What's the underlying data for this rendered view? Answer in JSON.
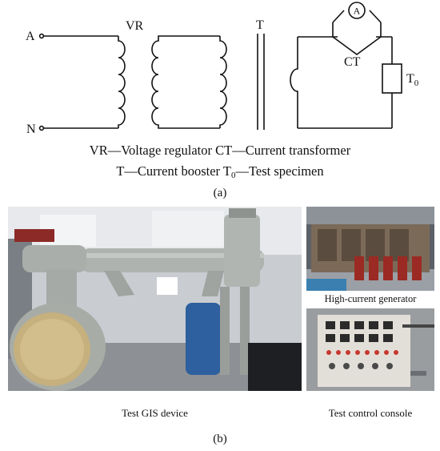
{
  "circuit": {
    "terminal_a": "A",
    "terminal_n": "N",
    "vr_label": "VR",
    "t_label": "T",
    "ct_label": "CT",
    "ammeter_label": "A",
    "specimen_label": "T",
    "specimen_sub": "0"
  },
  "legend": {
    "line1": "VR—Voltage regulator CT—Current transformer",
    "line2_prefix": "T—Current booster T",
    "line2_sub": "0",
    "line2_suffix": "—Test specimen"
  },
  "part_a_label": "(a)",
  "part_b_label": "(b)",
  "photos": {
    "gis_caption": "Test GIS device",
    "generator_caption": "High-current generator",
    "console_caption": "Test control console"
  }
}
